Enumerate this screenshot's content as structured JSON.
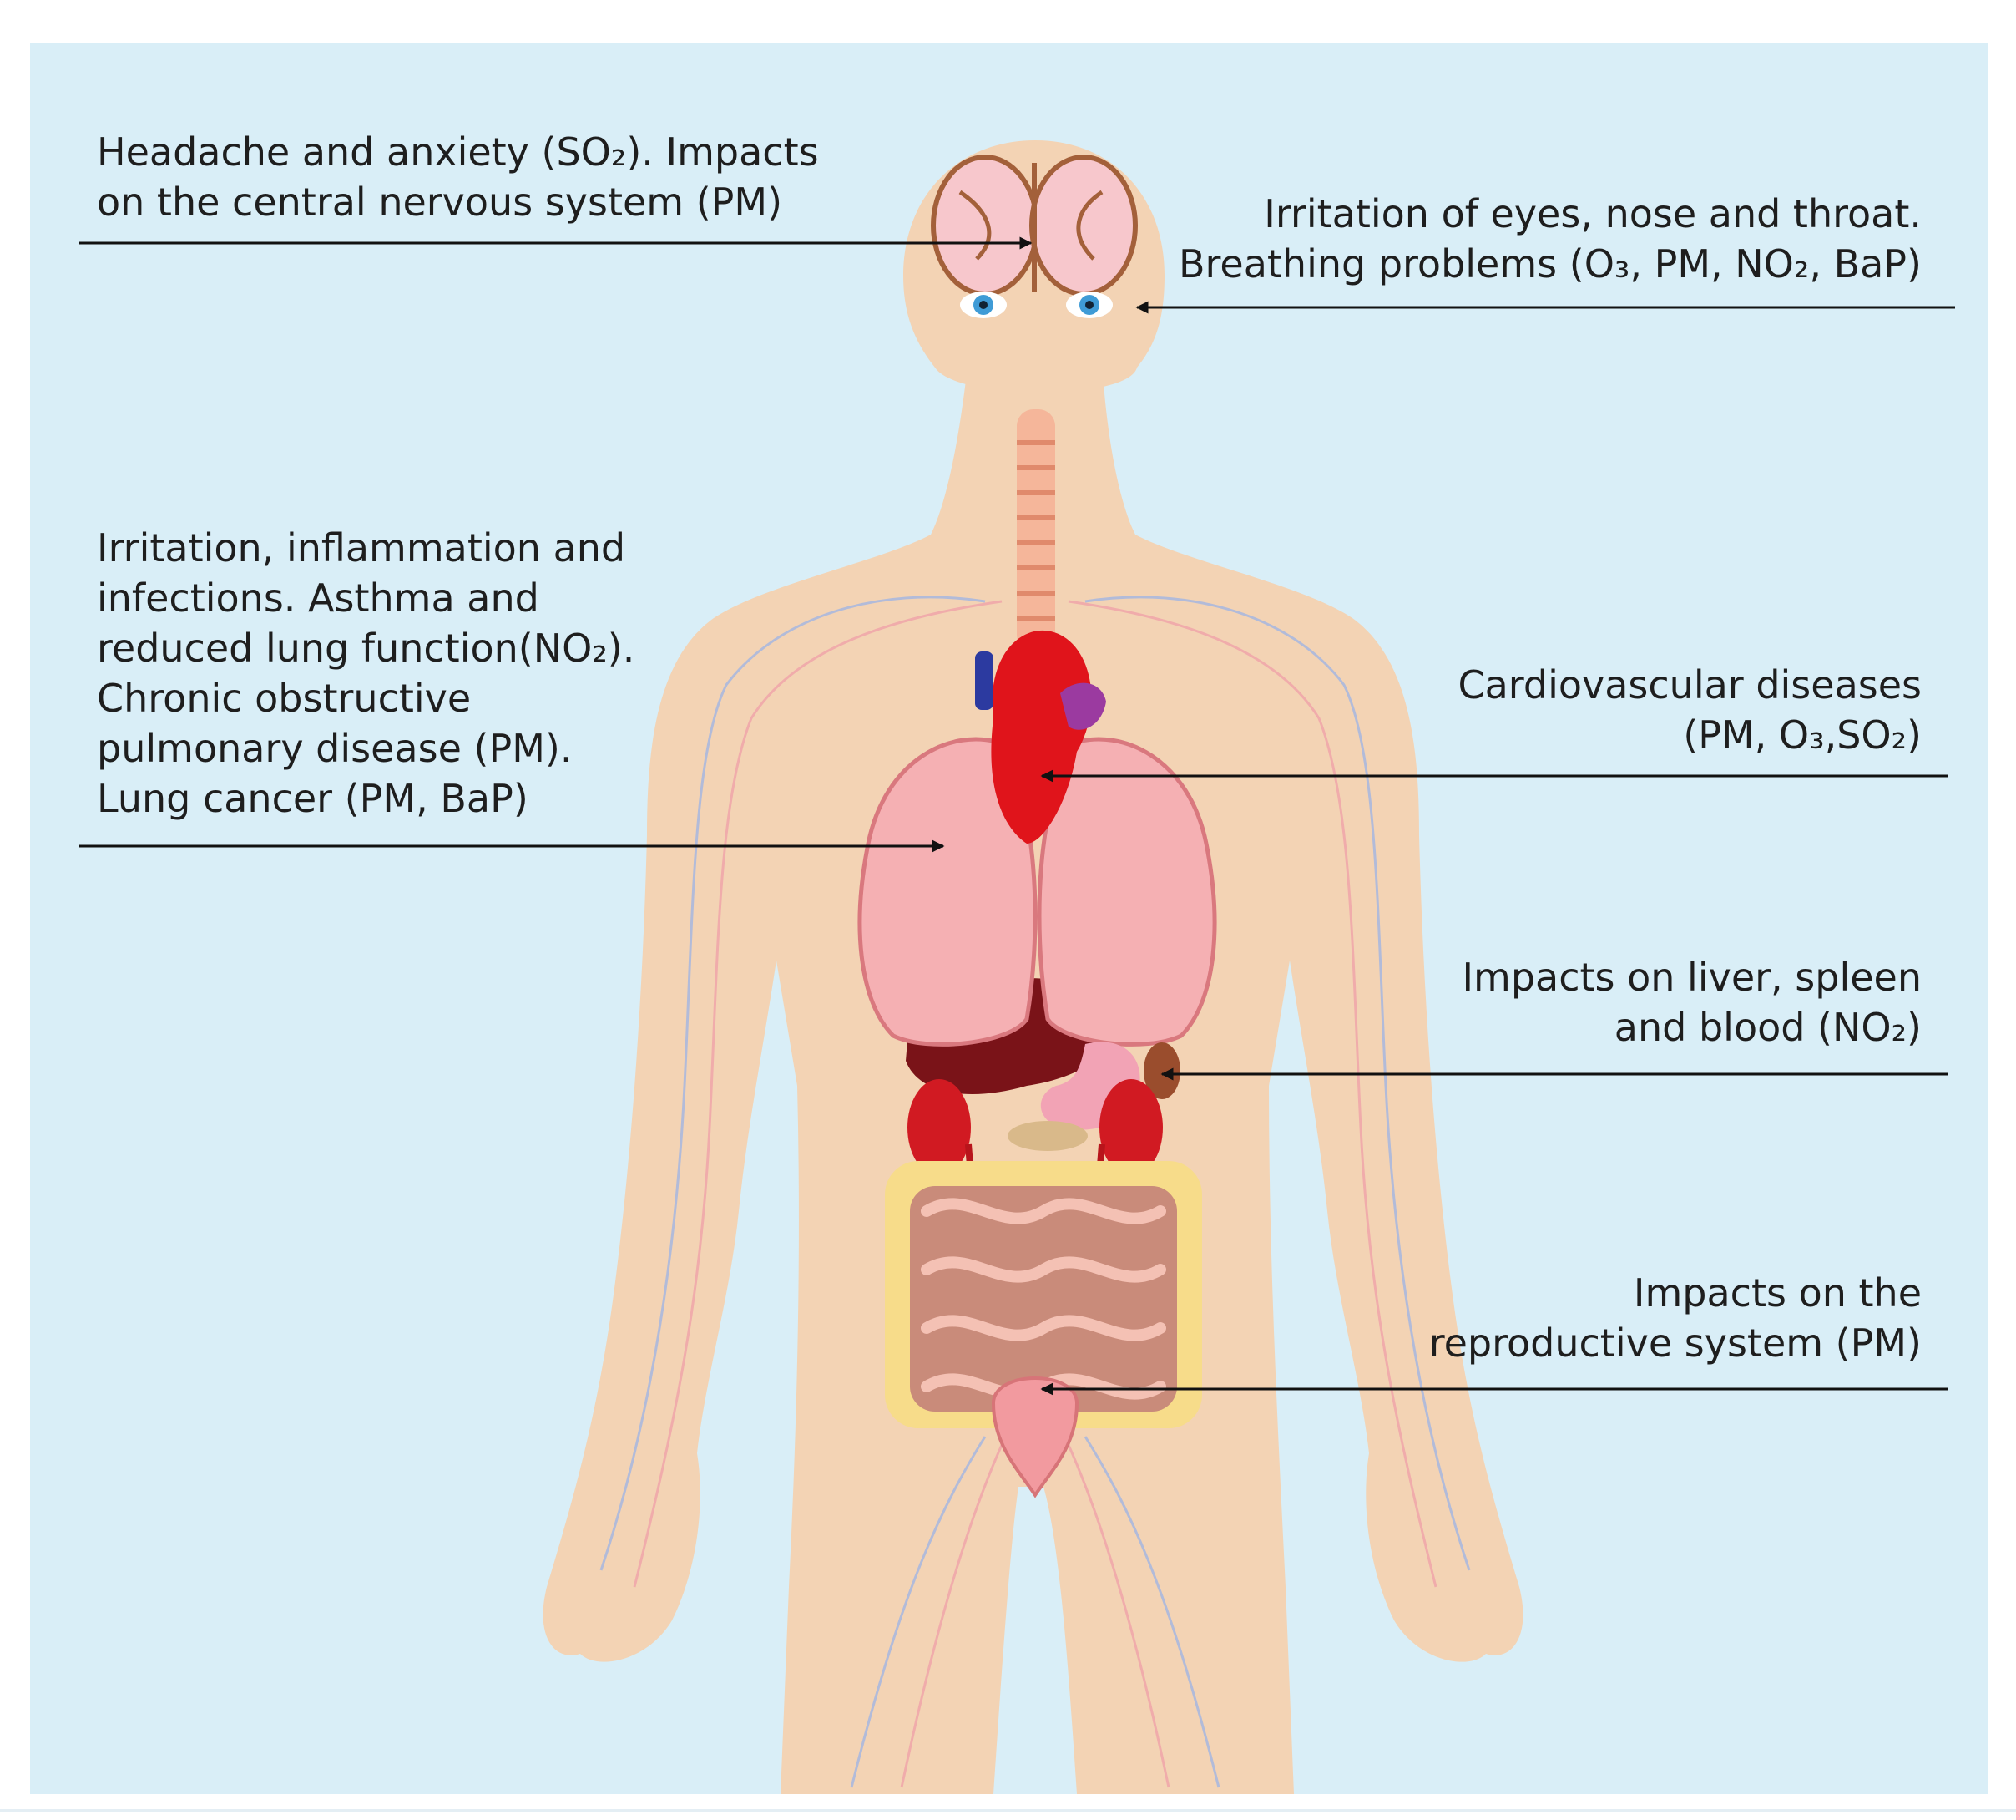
{
  "colors": {
    "background": "#d9eef7",
    "body": "#f3d3b4",
    "text": "#1e1e1e",
    "arrow": "#111111"
  },
  "labels": {
    "brain": {
      "lines": [
        "Headache and anxiety (SO₂). Impacts",
        "on the central nervous system (PM)"
      ]
    },
    "eyes": {
      "lines": [
        "Irritation of eyes, nose and throat.",
        "Breathing problems (O₃, PM, NO₂, BaP)"
      ]
    },
    "lungs": {
      "lines": [
        "Irritation, inflammation and",
        "infections. Asthma and",
        "reduced lung function(NO₂).",
        "Chronic obstructive",
        "pulmonary disease (PM).",
        "Lung cancer (PM, BaP)"
      ]
    },
    "heart": {
      "lines": [
        "Cardiovascular diseases",
        "(PM, O₃,SO₂)"
      ]
    },
    "liver": {
      "lines": [
        "Impacts on liver, spleen",
        "and blood (NO₂)"
      ]
    },
    "reproductive": {
      "lines": [
        "Impacts on the",
        "reproductive system (PM)"
      ]
    }
  }
}
